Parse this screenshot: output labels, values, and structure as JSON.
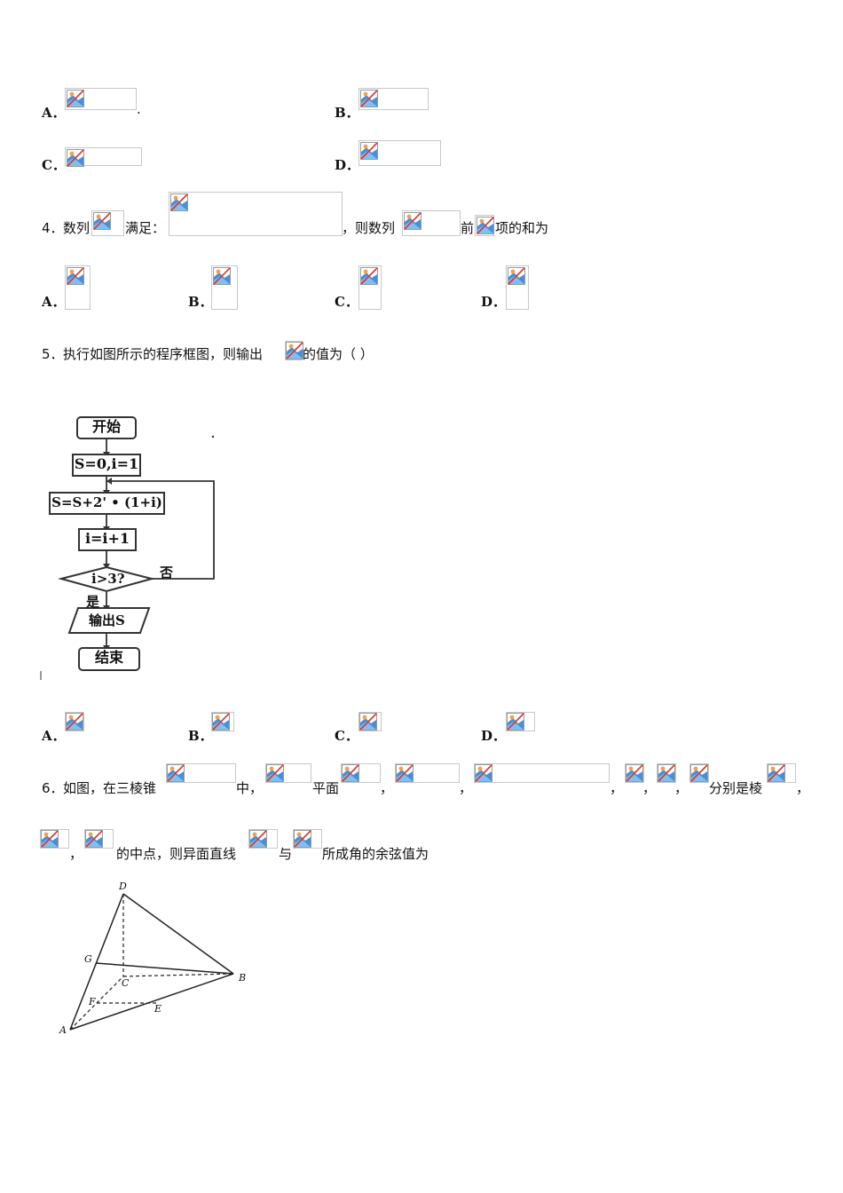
{
  "q3_options": [
    "A．",
    "B．",
    "C．",
    "D．"
  ],
  "q3_after_a": ".",
  "q4": {
    "number": "4．",
    "text_1": "数列",
    "text_2": "满足：",
    "text_3": "，则数列",
    "text_4": "前",
    "text_5": "项的和为",
    "options": [
      "A．",
      "B．",
      "C．",
      "D．"
    ]
  },
  "q5": {
    "number": "5．",
    "text_1": "执行如图所示的程序框图，则输出",
    "text_2": "的值为（    ）",
    "flowchart": {
      "start": "开始",
      "init": "S=0,i=1",
      "update_s": "S=S+2' • (1+i)",
      "update_i": "i=i+1",
      "cond": "i>3?",
      "no": "否",
      "yes": "是",
      "output": "输出S",
      "end": "结束"
    },
    "options": [
      "A．",
      "B．",
      "C．",
      "D．"
    ]
  },
  "q6": {
    "number": "6．",
    "text_1": "如图，在三棱锥",
    "text_2": "中，",
    "text_3": "平面",
    "comma": "，",
    "text_4": "分别是棱",
    "text_5": "的中点，则异面直线",
    "text_6": "与",
    "text_7": "所成角的余弦值为",
    "figure_labels": {
      "D": "D",
      "G": "G",
      "C": "C",
      "B": "B",
      "F": "F",
      "E": "E",
      "A": "A"
    }
  }
}
